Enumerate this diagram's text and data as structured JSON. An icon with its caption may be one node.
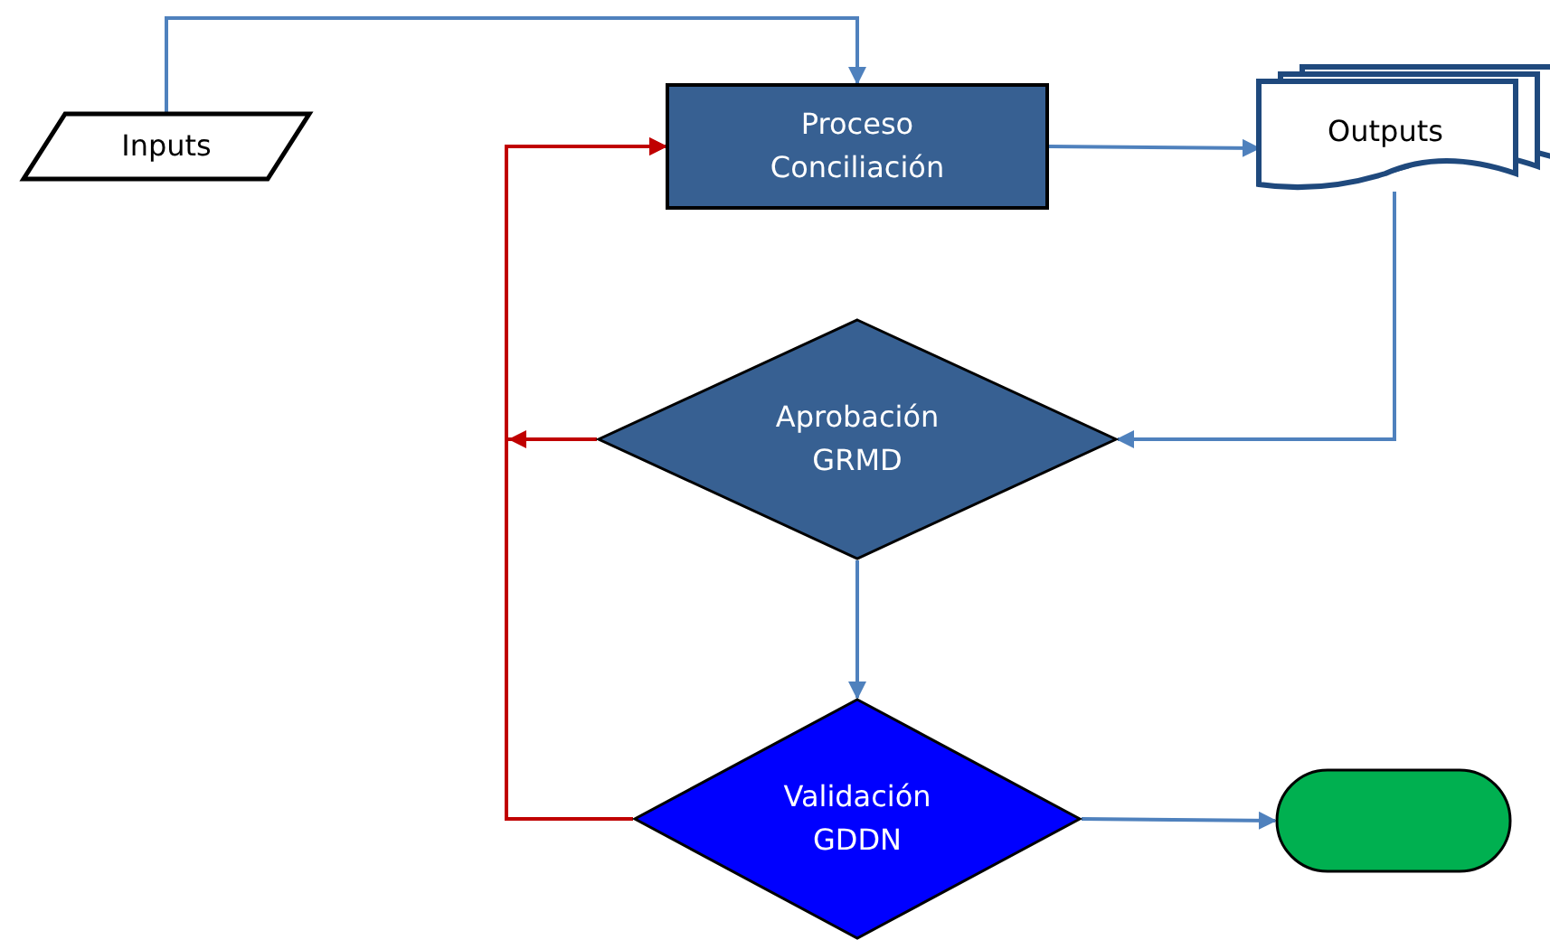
{
  "diagram": {
    "nodes": [
      {
        "text": [
          "Inputs"
        ]
      },
      {
        "text": [
          "Proceso Conciliación"
        ]
      },
      {
        "text": [
          "Outputs"
        ]
      },
      {
        "text": [
          "Aprobación GRMD"
        ]
      },
      {
        "text": [
          "Validación GDDN"
        ]
      },
      {
        "text": [],
        "shape": "terminator"
      }
    ],
    "edges": [
      {
        "from": 0,
        "to": 1,
        "arrow": "to"
      },
      {
        "from": 1,
        "to": 2,
        "arrow": "to"
      },
      {
        "from": 2,
        "to": 3,
        "arrow": "to"
      },
      {
        "from": 3,
        "to": 1,
        "arrow": "to",
        "color": "#c00000"
      },
      {
        "from": 3,
        "to": 4,
        "arrow": "to"
      },
      {
        "from": 4,
        "to": 1,
        "arrow": "to",
        "color": "#c00000"
      },
      {
        "from": 4,
        "to": 5,
        "arrow": "to"
      }
    ]
  }
}
